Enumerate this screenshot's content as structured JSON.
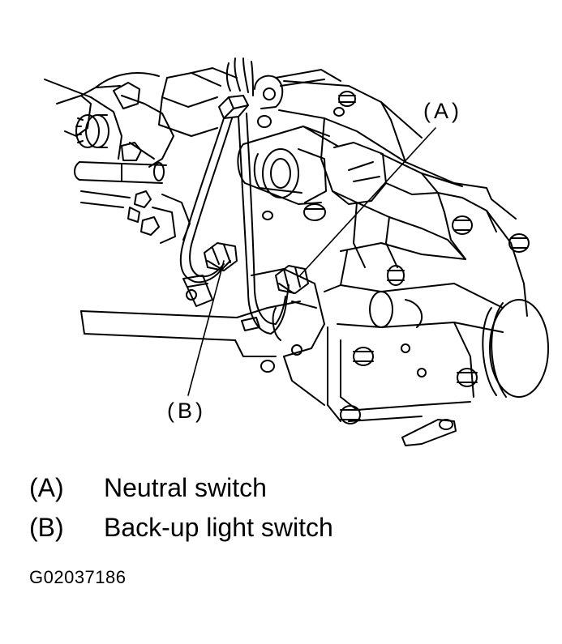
{
  "figure": {
    "callouts": {
      "a": "(A)",
      "b": "(B)"
    }
  },
  "legend": {
    "items": [
      {
        "key": "(A)",
        "text": "Neutral switch"
      },
      {
        "key": "(B)",
        "text": "Back-up light switch"
      }
    ]
  },
  "figure_code": "G02037186",
  "colors": {
    "line": "#000000",
    "background": "#ffffff"
  }
}
